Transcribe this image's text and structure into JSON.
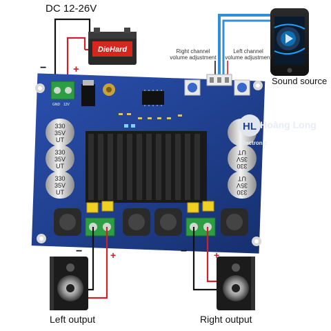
{
  "power": {
    "label": "DC 12-26V",
    "minus": "−",
    "plus": "+",
    "battery_brand": "DieHard"
  },
  "source": {
    "label": "Sound source"
  },
  "pots": {
    "right_line1": "Right channel",
    "right_line2": "volume adjustment",
    "left_line1": "Left channel",
    "left_line2": "volume adjustment"
  },
  "board": {
    "cap_lines": [
      "330",
      "35V",
      "UT"
    ],
    "logo_name": "Hoàng Long",
    "logo_sub": "Electronic",
    "logo_mark": "HL",
    "pin_labels": [
      "GND",
      "12V"
    ]
  },
  "outputs": {
    "left_label": "Left output",
    "right_label": "Right output",
    "minus": "−",
    "plus": "+"
  },
  "colors": {
    "board": "#1f3f94",
    "heatsink": "#1a1a1a",
    "wire_red": "#d0202a",
    "wire_black": "#111111",
    "wire_blue": "#2f8fd8",
    "terminal": "#2e9e44"
  }
}
